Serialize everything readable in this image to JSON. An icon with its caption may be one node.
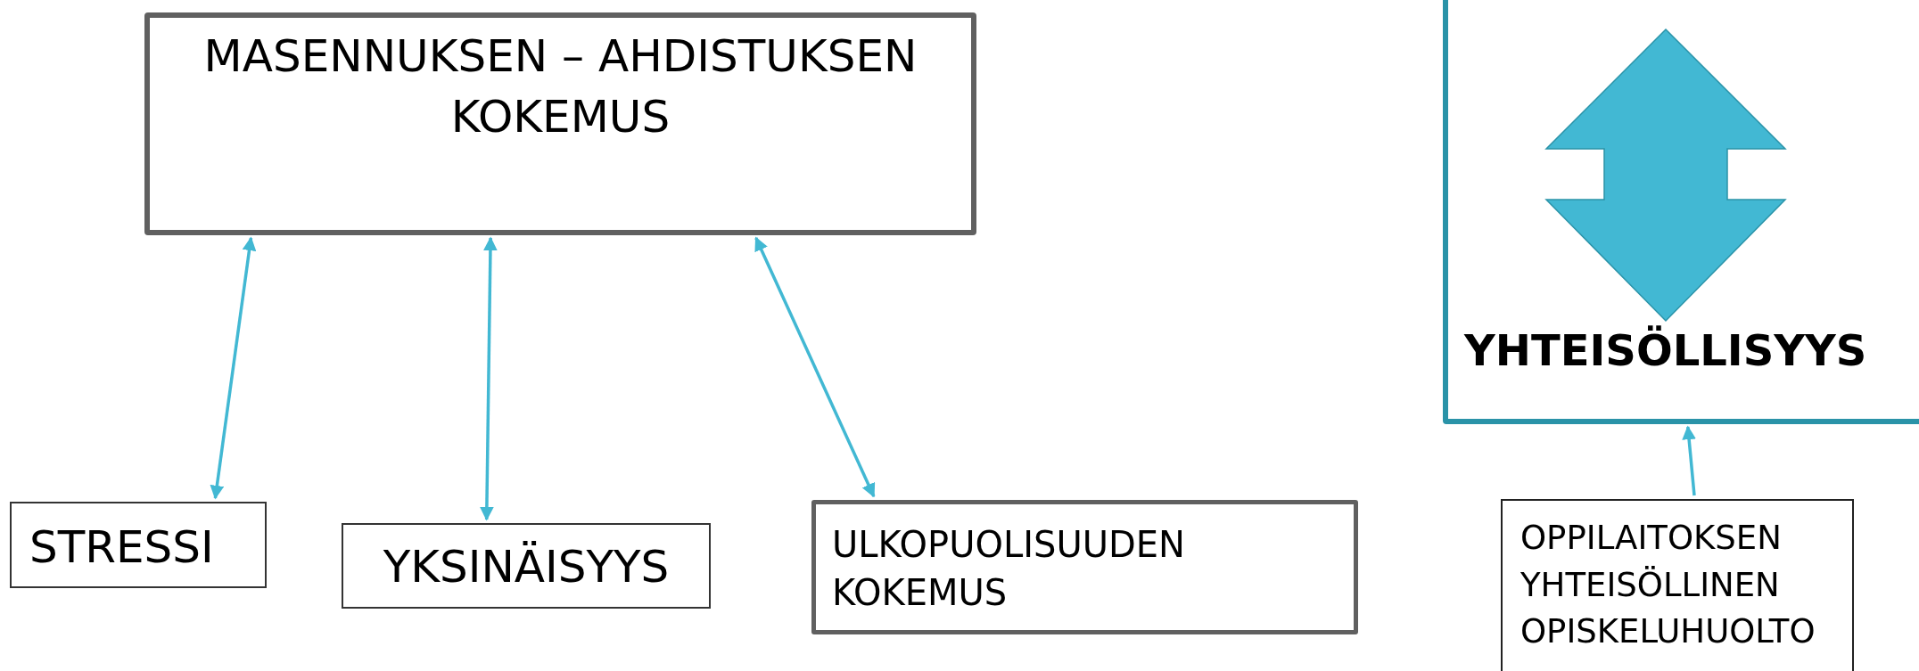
{
  "diagram": {
    "nodes": [
      {
        "text": [
          "MASENNUKSEN – AHDISTUKSEN KOKEMUS"
        ]
      },
      {
        "text": [
          "STRESSI"
        ]
      },
      {
        "text": [
          "YKSINÄISYYS"
        ]
      },
      {
        "text": [
          "ULKOPUOLISUUDEN KOKEMUS"
        ]
      },
      {
        "text": [
          "YHTEISÖLLISYYS"
        ]
      },
      {
        "text": [
          "OPPILAITOKSEN YHTEISÖLLINEN OPISKELUHUOLTO"
        ]
      }
    ],
    "edges": [
      {
        "from": 1,
        "to": 0,
        "arrow": "both"
      },
      {
        "from": 2,
        "to": 0,
        "arrow": "both"
      },
      {
        "from": 3,
        "to": 0,
        "arrow": "both"
      },
      {
        "from": 5,
        "to": 4,
        "arrow": "to"
      }
    ]
  }
}
